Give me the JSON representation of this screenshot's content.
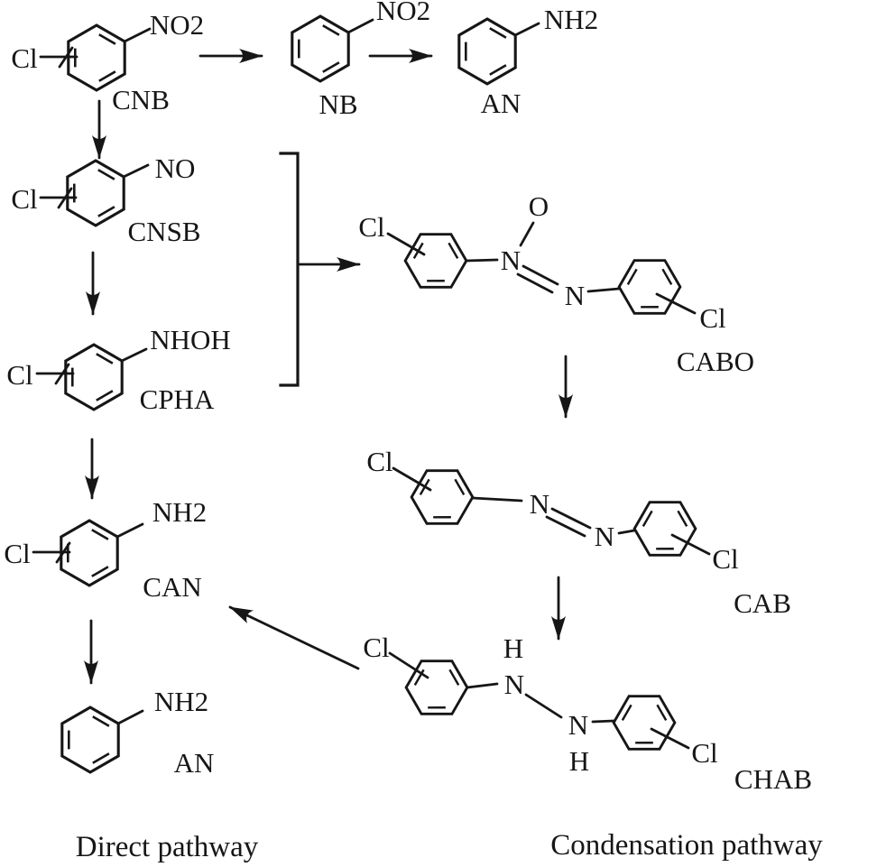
{
  "figure": {
    "background": "#ffffff",
    "ink_color": "#161616",
    "pathways": {
      "direct": "Direct pathway",
      "condensation": "Condensation pathway"
    },
    "compounds": {
      "cnb": {
        "label": "CNB",
        "cl": "Cl",
        "group": "NO2"
      },
      "nb": {
        "label": "NB",
        "group": "NO2"
      },
      "an_top": {
        "label": "AN",
        "group": "NH2"
      },
      "cnsb": {
        "label": "CNSB",
        "cl": "Cl",
        "group": "NO"
      },
      "cpha": {
        "label": "CPHA",
        "cl": "Cl",
        "group": "NHOH"
      },
      "can": {
        "label": "CAN",
        "cl": "Cl",
        "group": "NH2"
      },
      "an_bottom": {
        "label": "AN",
        "group": "NH2"
      },
      "cabo": {
        "label": "CABO",
        "cl_left": "Cl",
        "cl_right": "Cl",
        "n1": "N",
        "n2": "N",
        "o": "O"
      },
      "cab": {
        "label": "CAB",
        "cl_left": "Cl",
        "cl_right": "Cl",
        "n1": "N",
        "n2": "N"
      },
      "chab": {
        "label": "CHAB",
        "cl_left": "Cl",
        "cl_right": "Cl",
        "n1": "N",
        "n2": "N",
        "h1": "H",
        "h2": "H"
      }
    }
  }
}
